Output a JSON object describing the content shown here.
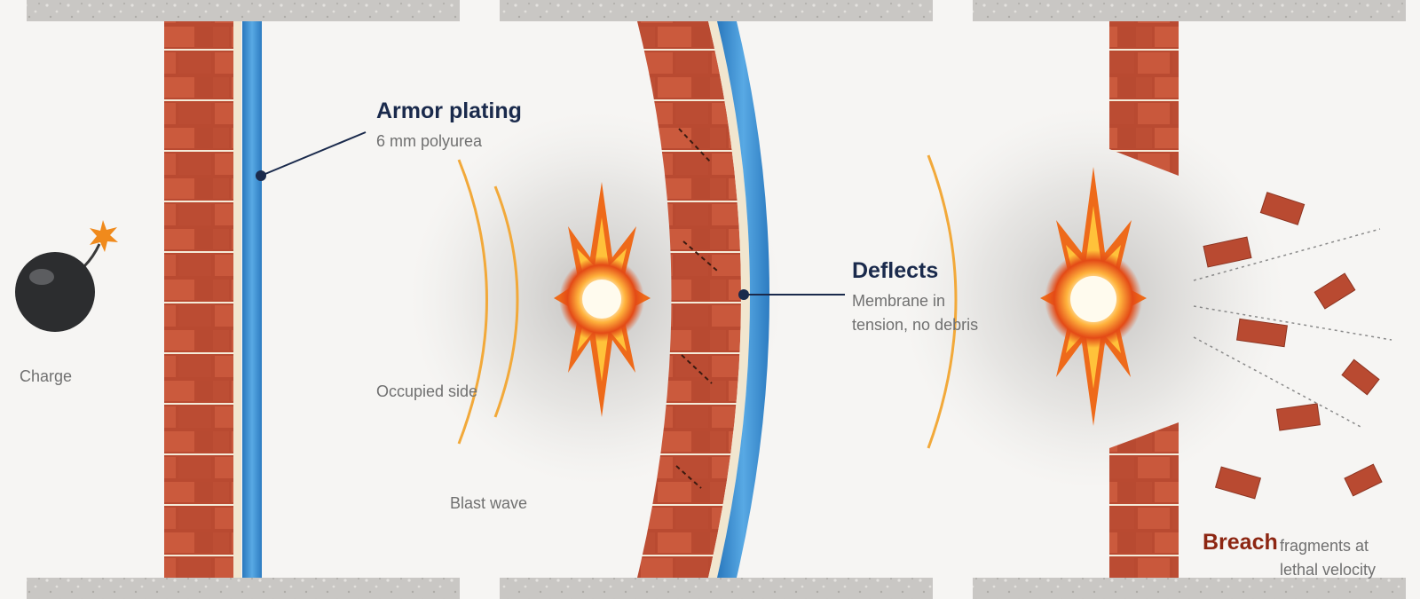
{
  "labels": {
    "armor_title": "Armor plating",
    "armor_sub": "6 mm polyurea",
    "charge": "Charge",
    "occupied_side": "Occupied side",
    "blast_wave": "Blast wave",
    "deflects_title": "Deflects",
    "deflects_sub_1": "Membrane in",
    "deflects_sub_2": "tension, no debris",
    "breach_title": "Breach",
    "breach_sub_1": "fragments at",
    "breach_sub_2": "lethal velocity"
  },
  "colors": {
    "brick": "#c2543a",
    "mortar": "#f1e6cf",
    "armor": "#3d8fd2",
    "blast_wave": "#f2a93a",
    "label_dark": "#1a2a4c",
    "breach": "#8d2612",
    "concrete": "#c9c7c4"
  },
  "icons": [
    "bomb-icon",
    "explosion-icon",
    "brick-fragment-icon"
  ]
}
